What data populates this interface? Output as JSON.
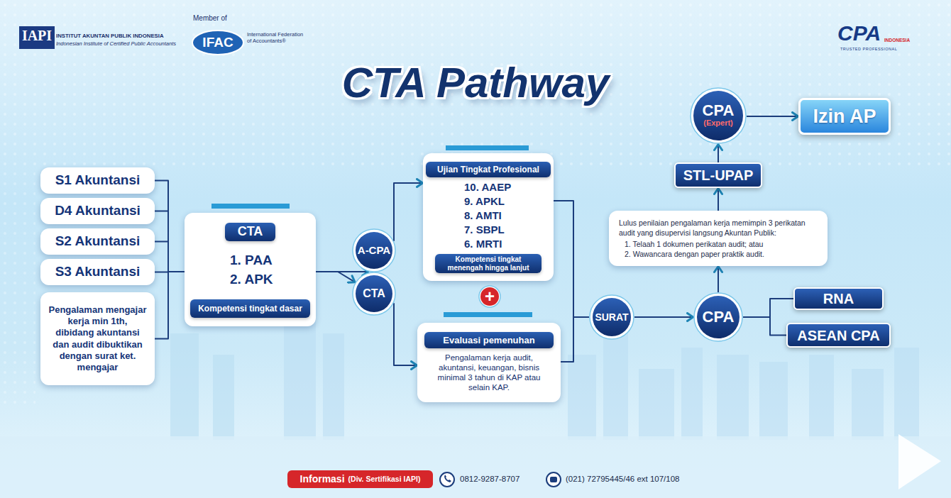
{
  "diagram": {
    "title": "CTA Pathway",
    "nodes": [
      {
        "text": [
          "S1 Akuntansi"
        ]
      },
      {
        "text": [
          "D4 Akuntansi"
        ]
      },
      {
        "text": [
          "S2 Akuntansi"
        ]
      },
      {
        "text": [
          "S3 Akuntansi"
        ]
      },
      {
        "text": [
          "Pengalaman mengajar kerja min 1th, dibidang akuntansi dan audit dibuktikan dengan surat ket. mengajar"
        ]
      },
      {
        "text": [
          "1. PAA",
          "2. APK"
        ]
      },
      {
        "text": [
          "CTA"
        ],
        "in": 5
      },
      {
        "text": [
          "Kompetensi tingkat dasar"
        ],
        "in": 5
      },
      {
        "text": [
          "A-CPA"
        ]
      },
      {
        "text": [
          "CTA"
        ]
      },
      {
        "text": [
          "10. AAEP",
          "9. APKL",
          "8. AMTI",
          "7. SBPL",
          "6. MRTI"
        ]
      },
      {
        "text": [
          "Ujian Tingkat Profesional"
        ],
        "in": 10
      },
      {
        "text": [
          "Kompetensi tingkat menengah hingga lanjut"
        ],
        "in": 10
      },
      {
        "text": [
          "+"
        ]
      },
      {
        "text": [
          "Pengalaman kerja audit, akuntansi, keuangan, bisnis minimal 3 tahun di KAP atau selain KAP."
        ]
      },
      {
        "text": [
          "Evaluasi pemenuhan"
        ],
        "in": 14
      },
      {
        "text": [
          "SURAT"
        ]
      },
      {
        "text": [
          "CPA"
        ]
      },
      {
        "text": [
          "RNA"
        ]
      },
      {
        "text": [
          "ASEAN CPA"
        ]
      },
      {
        "text": [
          "Lulus penilaian pengalaman kerja memimpin 3 perikatan audit yang disupervisi langsung Akuntan Publik:",
          "1. Telaah 1 dokumen perikatan audit; atau",
          "2. Wawancara dengan paper praktik audit."
        ]
      },
      {
        "text": [
          "STL-UPAP"
        ]
      },
      {
        "text": [
          "CPA",
          "(Expert)"
        ]
      },
      {
        "text": [
          "Izin AP"
        ]
      },
      {
        "text": [
          "Informasi",
          "(Div. Sertifikasi IAPI)"
        ]
      }
    ],
    "edges": [
      {
        "from": 0,
        "to": 5,
        "arrow": "none"
      },
      {
        "from": 1,
        "to": 5,
        "arrow": "none"
      },
      {
        "from": 2,
        "to": 5,
        "arrow": "none"
      },
      {
        "from": 3,
        "to": 5,
        "arrow": "none"
      },
      {
        "from": 4,
        "to": 5,
        "arrow": "none"
      },
      {
        "from": 5,
        "to": 8,
        "arrow": "to"
      },
      {
        "from": 5,
        "to": 9,
        "arrow": "to"
      },
      {
        "from": 8,
        "to": 10,
        "arrow": "to"
      },
      {
        "from": 9,
        "to": 14,
        "arrow": "to"
      },
      {
        "from": 10,
        "to": 16,
        "arrow": "none"
      },
      {
        "from": 14,
        "to": 16,
        "arrow": "none"
      },
      {
        "from": 16,
        "to": 17,
        "arrow": "to"
      },
      {
        "from": 17,
        "to": 18,
        "arrow": "none"
      },
      {
        "from": 17,
        "to": 19,
        "arrow": "none"
      },
      {
        "from": 17,
        "to": 20,
        "arrow": "to"
      },
      {
        "from": 20,
        "to": 21,
        "arrow": "to"
      },
      {
        "from": 21,
        "to": 22,
        "arrow": "to"
      },
      {
        "from": 22,
        "to": 23,
        "arrow": "to"
      }
    ],
    "labels": [
      "IAPI",
      "INSTITUT AKUNTAN PUBLIK INDONESIA",
      "Indonesian Institute of Certified Public Accountants",
      "Member of",
      "IFAC",
      "International Federation of Accountants®",
      "CPA",
      "INDONESIA",
      "TRUSTED PROFESSIONAL",
      "0812-9287-8707",
      "(021) 72795445/46 ext 107/108"
    ]
  }
}
